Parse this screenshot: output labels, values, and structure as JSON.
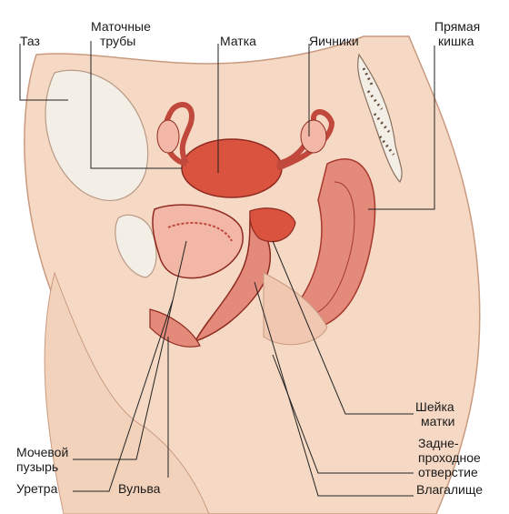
{
  "labels": {
    "taz": "Таз",
    "tubes_1": "Маточные",
    "tubes_2": "трубы",
    "uterus": "Матка",
    "ovaries": "Яичники",
    "rectum_1": "Прямая",
    "rectum_2": "кишка",
    "cervix_1": "Шейка",
    "cervix_2": "матки",
    "anus_1": "Задне-",
    "anus_2": "проходное",
    "anus_3": "отверстие",
    "vagina": "Влагалище",
    "bladder_1": "Мочевой",
    "bladder_2": "пузырь",
    "urethra": "Уретра",
    "vulva": "Вульва"
  },
  "colors": {
    "skin": "#f6d9c4",
    "skin_shadow": "#e9b99a",
    "tissue": "#e38a7a",
    "tissue_dark": "#c0483c",
    "organ_red": "#d9533f",
    "organ_light": "#f2b7a6",
    "bone": "#f4efe6",
    "line": "#222222"
  }
}
